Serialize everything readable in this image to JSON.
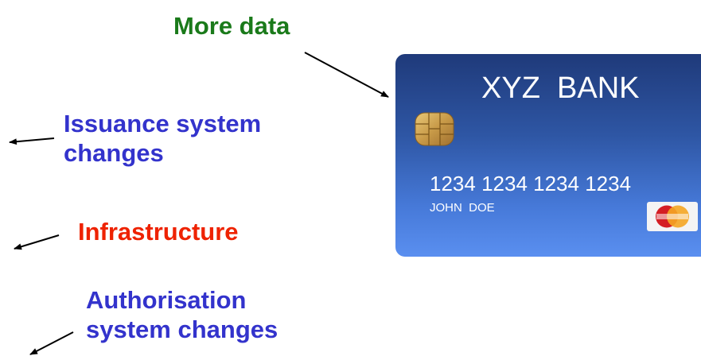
{
  "labels": {
    "more_data": "More data",
    "issuance_line1": "Issuance system",
    "issuance_line2": "changes",
    "infrastructure": "Infrastructure",
    "authorisation_line1": "Authorisation",
    "authorisation_line2": "system changes"
  },
  "card": {
    "bank_name": "XYZ  BANK",
    "number": "1234 1234 1234 1234",
    "holder": "JOHN  DOE",
    "logo": "mastercard-logo"
  },
  "colors": {
    "more_data": "#1a7a1a",
    "issuance": "#3333cc",
    "infrastructure": "#ee2200",
    "authorisation": "#3333cc",
    "arrow": "#000000",
    "card_top": "#1f3a7a",
    "card_bottom": "#5a8ff0"
  },
  "icons": [
    "arrow-icon",
    "chip-icon",
    "mastercard-logo-icon"
  ]
}
